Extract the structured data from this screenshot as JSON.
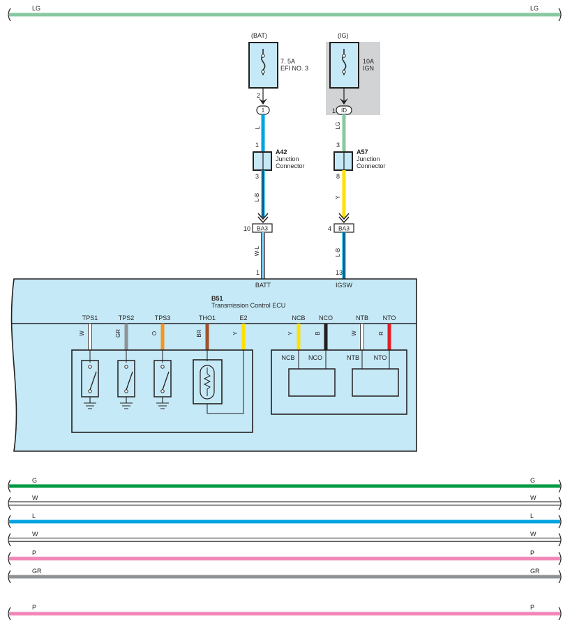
{
  "colors": {
    "LG": "#88c9a1",
    "L": "#00a3e0",
    "Y": "#ffe000",
    "W": "#ffffff",
    "GR": "#8f9295",
    "O": "#f7941d",
    "BR": "#a0522d",
    "B": "#231f20",
    "R": "#e31e24",
    "G": "#009a44",
    "P": "#f287b7",
    "panel": "#c5e9f6",
    "ig_shade": "#d1d3d4"
  },
  "top_bus": {
    "left_label": "LG",
    "right_label": "LG"
  },
  "fuses": [
    {
      "source": "(BAT)",
      "rating": "7. 5A",
      "name": "EFI NO. 3",
      "pin": "2",
      "connector": "1"
    },
    {
      "source": "(IG)",
      "rating": "10A",
      "name": "IGN",
      "pin": "1",
      "connector": "ID"
    }
  ],
  "wires": {
    "bat_upper": "L",
    "bat_lower": "L-B",
    "bat_ecu": "W-L",
    "ig_upper": "LG",
    "ig_lower": "Y",
    "ig_ecu": "L-B"
  },
  "junctions": [
    {
      "id": "A42",
      "line1": "Junction",
      "line2": "Connector",
      "pin_top": "1",
      "pin_bottom": "3"
    },
    {
      "id": "A57",
      "line1": "Junction",
      "line2": "Connector",
      "pin_top": "3",
      "pin_bottom": "8"
    }
  ],
  "connectors": [
    {
      "name": "BA3",
      "pin": "10"
    },
    {
      "name": "BA3",
      "pin": "4"
    }
  ],
  "ecu": {
    "id": "B51",
    "name": "Transmission Control ECU",
    "terminals": [
      {
        "name": "BATT",
        "pin": "1"
      },
      {
        "name": "IGSW",
        "pin": "13"
      }
    ],
    "sensor_pins": [
      {
        "name": "TPS1",
        "color": "W"
      },
      {
        "name": "TPS2",
        "color": "GR"
      },
      {
        "name": "TPS3",
        "color": "O"
      },
      {
        "name": "THO1",
        "color": "BR"
      },
      {
        "name": "E2",
        "color": "Y"
      }
    ],
    "speed_pins": [
      {
        "name": "NCB",
        "color": "Y"
      },
      {
        "name": "NCO",
        "color": "B"
      },
      {
        "name": "NTB",
        "color": "W"
      },
      {
        "name": "NTO",
        "color": "R"
      }
    ],
    "speed_sensors": [
      {
        "left": "NCB",
        "right": "NCO"
      },
      {
        "left": "NTB",
        "right": "NTO"
      }
    ]
  },
  "bottom_buses": [
    {
      "color": "G",
      "left_label": "G",
      "right_label": "G"
    },
    {
      "color": "W",
      "left_label": "W",
      "right_label": "W"
    },
    {
      "color": "L",
      "left_label": "L",
      "right_label": "L"
    },
    {
      "color": "W",
      "left_label": "W",
      "right_label": "W"
    },
    {
      "color": "P",
      "left_label": "P",
      "right_label": "P"
    },
    {
      "color": "GR",
      "left_label": "GR",
      "right_label": "GR"
    },
    {
      "color": "P",
      "left_label": "P",
      "right_label": "P"
    }
  ]
}
